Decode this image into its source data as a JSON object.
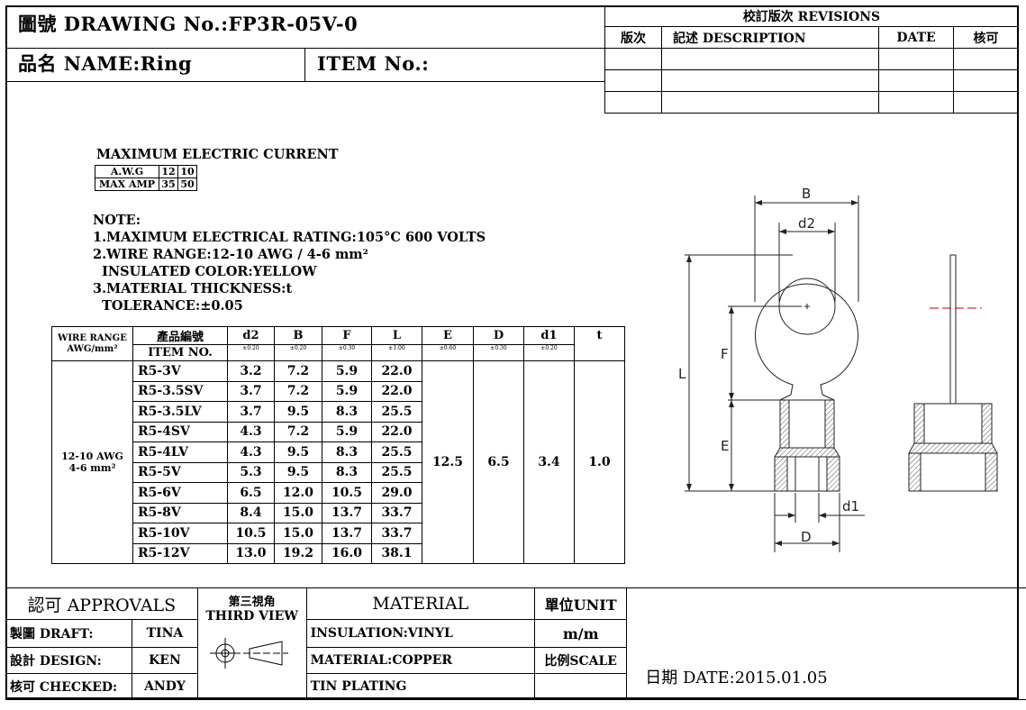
{
  "header": {
    "drawing_no": "圖號 DRAWING No.:FP3R-05V-0",
    "name": "品名 NAME:Ring",
    "item_no": "ITEM No.:"
  },
  "revisions": {
    "title": "校訂版次 REVISIONS",
    "col_version": "版次",
    "col_description": "記述 DESCRIPTION",
    "col_date": "DATE",
    "col_approve": "核可"
  },
  "current": {
    "title": "MAXIMUM ELECTRIC CURRENT",
    "awg_label": "A.W.G",
    "awg_values": [
      "12",
      "10"
    ],
    "amp_label": "MAX AMP",
    "amp_values": [
      "35",
      "50"
    ]
  },
  "notes": {
    "title": "NOTE:",
    "lines": [
      "1.MAXIMUM ELECTRICAL RATING:105°C 600 VOLTS",
      "2.WIRE RANGE:12-10 AWG / 4-6 mm²",
      "  INSULATED COLOR:YELLOW",
      "3.MATERIAL THICKNESS:t",
      "  TOLERANCE:±0.05"
    ]
  },
  "spec_table": {
    "wire_range_header": "WIRE RANGE",
    "wire_range_unit": "AWG/mm²",
    "item_header_cn": "產品編號",
    "item_header": "ITEM NO.",
    "columns": [
      {
        "name": "d2",
        "tol": "±0.20"
      },
      {
        "name": "B",
        "tol": "±0.20"
      },
      {
        "name": "F",
        "tol": "±0.30"
      },
      {
        "name": "L",
        "tol": "±1.00"
      },
      {
        "name": "E",
        "tol": "±0.60"
      },
      {
        "name": "D",
        "tol": "±0.30"
      },
      {
        "name": "d1",
        "tol": "±0.20"
      },
      {
        "name": "t",
        "tol": ""
      }
    ],
    "wire_range_value_1": "12-10 AWG",
    "wire_range_value_2": "4-6 mm²",
    "common": {
      "E": "12.5",
      "D": "6.5",
      "d1": "3.4",
      "t": "1.0"
    },
    "rows": [
      {
        "item": "R5-3V",
        "d2": "3.2",
        "B": "7.2",
        "F": "5.9",
        "L": "22.0"
      },
      {
        "item": "R5-3.5SV",
        "d2": "3.7",
        "B": "7.2",
        "F": "5.9",
        "L": "22.0"
      },
      {
        "item": "R5-3.5LV",
        "d2": "3.7",
        "B": "9.5",
        "F": "8.3",
        "L": "25.5"
      },
      {
        "item": "R5-4SV",
        "d2": "4.3",
        "B": "7.2",
        "F": "5.9",
        "L": "22.0"
      },
      {
        "item": "R5-4LV",
        "d2": "4.3",
        "B": "9.5",
        "F": "8.3",
        "L": "25.5"
      },
      {
        "item": "R5-5V",
        "d2": "5.3",
        "B": "9.5",
        "F": "8.3",
        "L": "25.5"
      },
      {
        "item": "R5-6V",
        "d2": "6.5",
        "B": "12.0",
        "F": "10.5",
        "L": "29.0"
      },
      {
        "item": "R5-8V",
        "d2": "8.4",
        "B": "15.0",
        "F": "13.7",
        "L": "33.7"
      },
      {
        "item": "R5-10V",
        "d2": "10.5",
        "B": "15.0",
        "F": "13.7",
        "L": "33.7"
      },
      {
        "item": "R5-12V",
        "d2": "13.0",
        "B": "19.2",
        "F": "16.0",
        "L": "38.1"
      }
    ]
  },
  "drawing_labels": {
    "B": "B",
    "d2": "d2",
    "F": "F",
    "L": "L",
    "E": "E",
    "d1": "d1",
    "D": "D"
  },
  "approvals": {
    "title": "認可 APPROVALS",
    "draft_label": "製圖 DRAFT:",
    "draft_value": "TINA",
    "design_label": "設計 DESIGN:",
    "design_value": "KEN",
    "checked_label": "核可 CHECKED:",
    "checked_value": "ANDY"
  },
  "projection": {
    "cn": "第三視角",
    "en": "THIRD VIEW"
  },
  "material": {
    "title": "MATERIAL",
    "insulation": "INSULATION:VINYL",
    "material": "MATERIAL:COPPER",
    "plating": "TIN PLATING"
  },
  "unit": {
    "title": "單位UNIT",
    "value": "m/m",
    "scale": "比例SCALE"
  },
  "date": "日期 DATE:2015.01.05"
}
